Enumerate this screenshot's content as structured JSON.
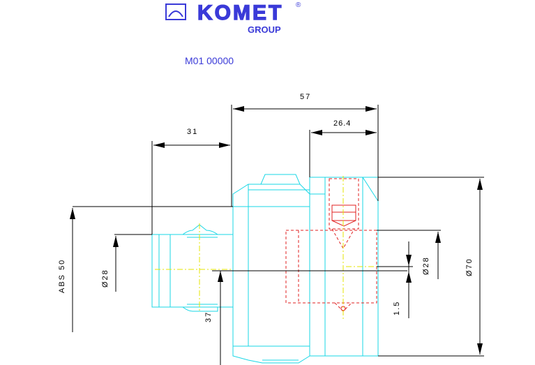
{
  "brand": {
    "name": "KOMET",
    "registered_mark": "®",
    "group": "GROUP",
    "color": "#3a3ad8"
  },
  "part_number": "M01 00000",
  "dimensions": {
    "overall_length": "57",
    "shank_length": "31",
    "right_section": "26.4",
    "abs": "ABS 50",
    "shank_diameter": "Ø28",
    "bore_diameter": "Ø28",
    "outer_diameter": "Ø70",
    "offset": "1.5",
    "height": "37"
  },
  "colors": {
    "outline": "#19d7e6",
    "hidden": "#e02020",
    "centerline": "#e6e600",
    "dimension": "#000000"
  }
}
